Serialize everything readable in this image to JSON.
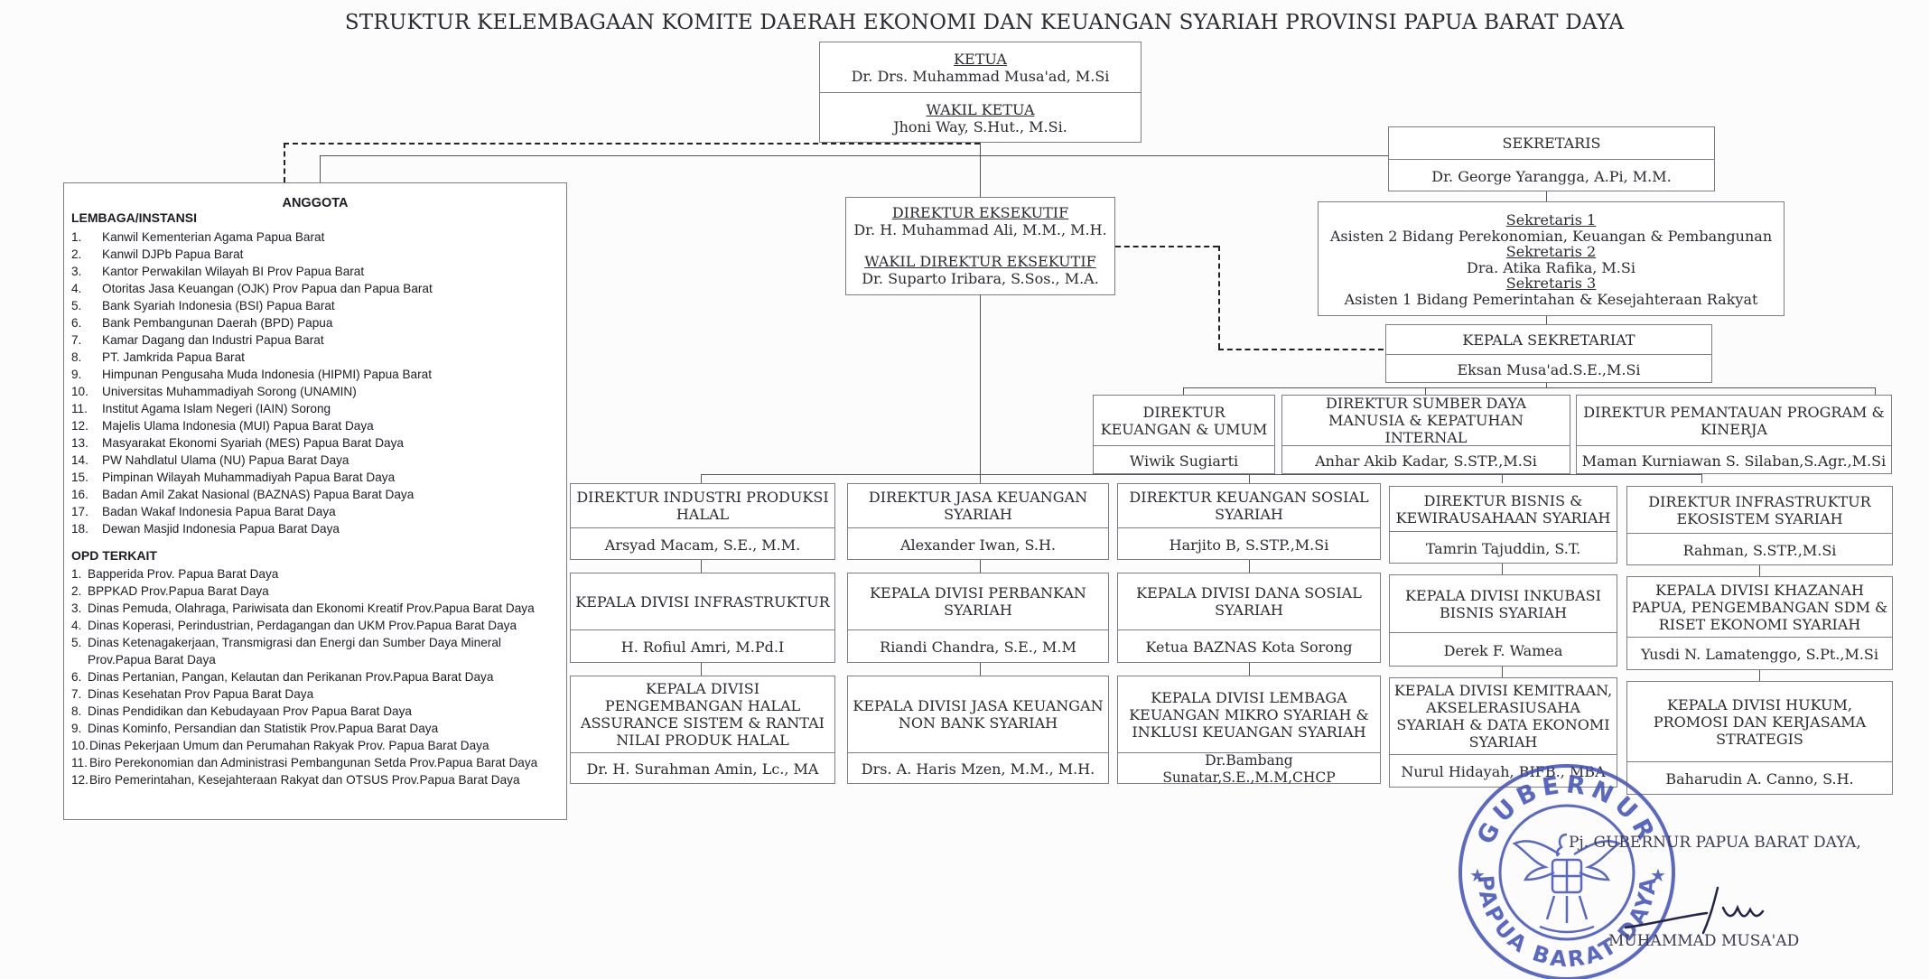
{
  "title": "STRUKTUR KELEMBAGAAN KOMITE DAERAH EKONOMI DAN KEUANGAN SYARIAH PROVINSI PAPUA BARAT DAYA",
  "top": {
    "ketua_label": "KETUA",
    "ketua_name": "Dr. Drs. Muhammad Musa'ad, M.Si",
    "wakil_label": "WAKIL KETUA",
    "wakil_name": "Jhoni Way, S.Hut., M.Si."
  },
  "sekretaris": {
    "label": "SEKRETARIS",
    "name": "Dr. George Yarangga, A.Pi, M.M."
  },
  "sekretaris_list": {
    "s1_label": "Sekretaris 1",
    "s1_text": "Asisten 2 Bidang Perekonomian, Keuangan & Pembangunan",
    "s2_label": "Sekretaris 2",
    "s2_text": "Dra. Atika Rafika, M.Si",
    "s3_label": "Sekretaris 3",
    "s3_text": "Asisten 1 Bidang Pemerintahan & Kesejahteraan Rakyat"
  },
  "kepala_sekretariat": {
    "label": "KEPALA SEKRETARIAT",
    "name": "Eksan Musa'ad.S.E.,M.Si"
  },
  "direktur_eksekutif": {
    "label": "DIREKTUR EKSEKUTIF",
    "name": "Dr. H. Muhammad Ali, M.M., M.H.",
    "wakil_label": "WAKIL DIREKTUR EKSEKUTIF",
    "wakil_name": "Dr. Suparto Iribara, S.Sos., M.A."
  },
  "sekretariat_directors": [
    {
      "title": "DIREKTUR KEUANGAN & UMUM",
      "name": "Wiwik Sugiarti"
    },
    {
      "title": "DIREKTUR SUMBER DAYA MANUSIA & KEPATUHAN INTERNAL",
      "name": "Anhar Akib Kadar, S.STP.,M.Si"
    },
    {
      "title": "DIREKTUR PEMANTAUAN PROGRAM & KINERJA",
      "name": "Maman Kurniawan S. Silaban,S.Agr.,M.Si"
    }
  ],
  "columns": [
    {
      "director": {
        "title": "DIREKTUR INDUSTRI PRODUKSI HALAL",
        "name": "Arsyad Macam, S.E., M.M."
      },
      "div1": {
        "title": "KEPALA DIVISI INFRASTRUKTUR",
        "name": "H. Rofiul Amri, M.Pd.I"
      },
      "div2": {
        "title": "KEPALA DIVISI PENGEMBANGAN HALAL ASSURANCE SISTEM & RANTAI NILAI PRODUK HALAL",
        "name": "Dr. H. Surahman Amin, Lc., MA"
      }
    },
    {
      "director": {
        "title": "DIREKTUR JASA KEUANGAN SYARIAH",
        "name": "Alexander Iwan, S.H."
      },
      "div1": {
        "title": "KEPALA DIVISI PERBANKAN SYARIAH",
        "name": "Riandi Chandra, S.E., M.M"
      },
      "div2": {
        "title": "KEPALA DIVISI JASA KEUANGAN NON BANK SYARIAH",
        "name": "Drs. A. Haris Mzen, M.M., M.H."
      }
    },
    {
      "director": {
        "title": "DIREKTUR KEUANGAN SOSIAL SYARIAH",
        "name": "Harjito B, S.STP.,M.Si"
      },
      "div1": {
        "title": "KEPALA DIVISI DANA SOSIAL SYARIAH",
        "name": "Ketua BAZNAS Kota Sorong"
      },
      "div2": {
        "title": "KEPALA DIVISI LEMBAGA KEUANGAN MIKRO SYARIAH & INKLUSI KEUANGAN SYARIAH",
        "name": "Dr.Bambang Sunatar,S.E.,M.M,CHCP"
      }
    },
    {
      "director": {
        "title": "DIREKTUR BISNIS & KEWIRAUSAHAAN SYARIAH",
        "name": "Tamrin Tajuddin, S.T."
      },
      "div1": {
        "title": "KEPALA DIVISI INKUBASI BISNIS SYARIAH",
        "name": "Derek F. Wamea"
      },
      "div2": {
        "title": "KEPALA DIVISI KEMITRAAN, AKSELERASIUSAHA SYARIAH & DATA EKONOMI SYARIAH",
        "name": "Nurul Hidayah, BIFB., MBA"
      }
    },
    {
      "director": {
        "title": "DIREKTUR INFRASTRUKTUR EKOSISTEM SYARIAH",
        "name": "Rahman, S.STP.,M.Si"
      },
      "div1": {
        "title": "KEPALA DIVISI KHAZANAH PAPUA, PENGEMBANGAN SDM & RISET EKONOMI SYARIAH",
        "name": "Yusdi N. Lamatenggo, S.Pt.,M.Si"
      },
      "div2": {
        "title": "KEPALA DIVISI HUKUM, PROMOSI DAN KERJASAMA STRATEGIS",
        "name": "Baharudin A. Canno, S.H."
      }
    }
  ],
  "anggota": {
    "heading": "ANGGOTA",
    "lembaga_heading": "LEMBAGA/INSTANSI",
    "lembaga": [
      "Kanwil Kementerian Agama Papua Barat",
      "Kanwil DJPb Papua Barat",
      "Kantor Perwakilan Wilayah BI Prov Papua Barat",
      "Otoritas Jasa Keuangan (OJK) Prov Papua dan Papua Barat",
      "Bank Syariah Indonesia (BSI) Papua Barat",
      "Bank Pembangunan Daerah (BPD) Papua",
      "Kamar Dagang dan Industri Papua Barat",
      "PT. Jamkrida Papua Barat",
      "Himpunan Pengusaha Muda Indonesia (HIPMI) Papua Barat",
      "Universitas Muhammadiyah Sorong (UNAMIN)",
      "Institut Agama Islam Negeri (IAIN) Sorong",
      "Majelis Ulama Indonesia (MUI) Papua Barat Daya",
      "Masyarakat Ekonomi Syariah (MES) Papua Barat Daya",
      "PW Nahdlatul Ulama (NU) Papua Barat Daya",
      "Pimpinan Wilayah Muhammadiyah Papua Barat Daya",
      "Badan Amil Zakat Nasional (BAZNAS) Papua Barat Daya",
      "Badan Wakaf Indonesia Papua Barat Daya",
      "Dewan Masjid Indonesia Papua Barat Daya"
    ],
    "opd_heading": "OPD TERKAIT",
    "opd": [
      "Bapperida Prov. Papua Barat Daya",
      "BPPKAD Prov.Papua Barat Daya",
      "Dinas Pemuda, Olahraga, Pariwisata dan Ekonomi Kreatif Prov.Papua Barat Daya",
      "Dinas Koperasi, Perindustrian, Perdagangan dan UKM Prov.Papua Barat Daya",
      "Dinas Ketenagakerjaan, Transmigrasi dan Energi dan Sumber Daya Mineral Prov.Papua Barat Daya",
      "Dinas Pertanian, Pangan, Kelautan dan Perikanan Prov.Papua Barat Daya",
      "Dinas Kesehatan Prov Papua Barat Daya",
      "Dinas Pendidikan dan Kebudayaan Prov Papua Barat Daya",
      "Dinas Kominfo, Persandian dan Statistik Prov.Papua Barat Daya",
      "Dinas Pekerjaan Umum dan Perumahan Rakyak Prov. Papua Barat Daya",
      "Biro Perekonomian dan Administrasi Pembangunan Setda Prov.Papua Barat Daya",
      "Biro Pemerintahan, Kesejahteraan Rakyat dan OTSUS Prov.Papua Barat Daya"
    ]
  },
  "signature": {
    "position": "Pj. GUBERNUR PAPUA BARAT DAYA,",
    "name": "MUHAMMAD MUSA'AD"
  },
  "seal": {
    "top_text": "GUBERNUR",
    "bottom_text": "PAPUA BARAT DAYA",
    "color": "#3d4fb8"
  },
  "ink_color": "#3a3a52"
}
